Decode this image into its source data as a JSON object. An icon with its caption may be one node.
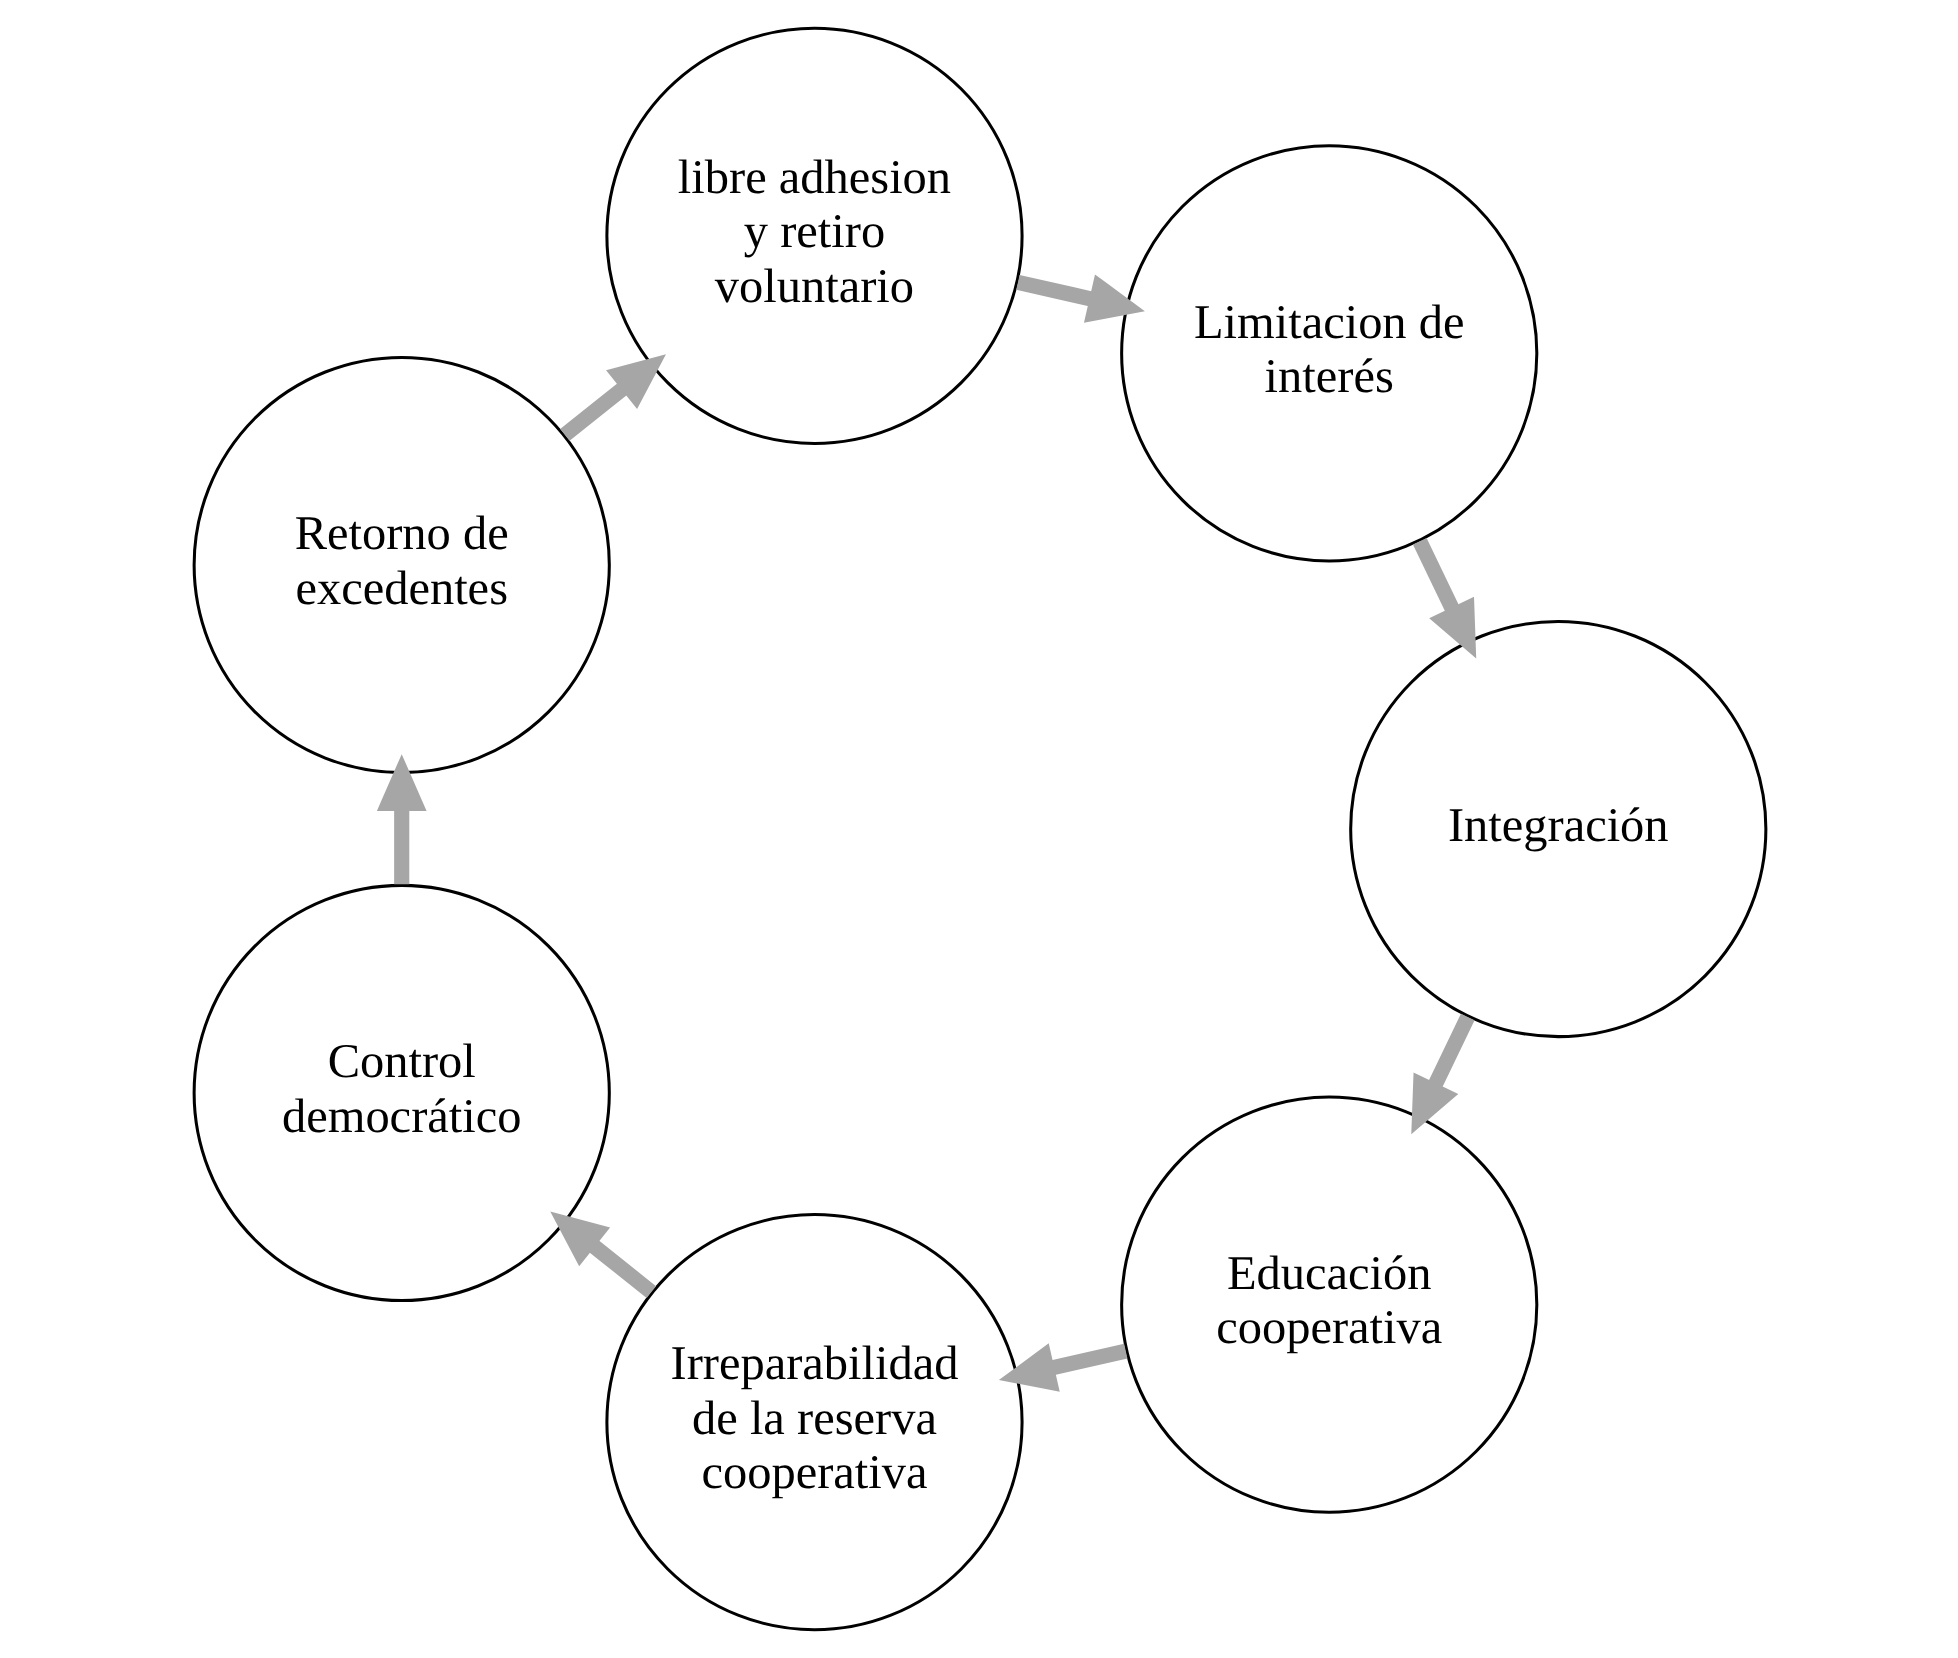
{
  "diagram": {
    "nodes": [
      {
        "text": [
          "Educación cooperativa"
        ]
      },
      {
        "text": [
          "Integración"
        ]
      },
      {
        "text": [
          "Irreparabilidad de la reserva cooperativa"
        ]
      },
      {
        "text": [
          "Control democrático"
        ]
      },
      {
        "text": [
          "Limitacion de interés"
        ]
      },
      {
        "text": [
          "libre adhesion y retiro voluntario"
        ]
      },
      {
        "text": [
          "Retorno de excedentes"
        ]
      }
    ],
    "edges": [
      {
        "from": 1,
        "to": 0,
        "arrow": "to"
      },
      {
        "from": 0,
        "to": 2,
        "arrow": "to"
      },
      {
        "from": 2,
        "to": 3,
        "arrow": "to"
      },
      {
        "from": 3,
        "to": 6,
        "arrow": "to"
      },
      {
        "from": 6,
        "to": 5,
        "arrow": "to"
      },
      {
        "from": 5,
        "to": 4,
        "arrow": "to"
      },
      {
        "from": 4,
        "to": 1,
        "arrow": "to"
      }
    ]
  }
}
